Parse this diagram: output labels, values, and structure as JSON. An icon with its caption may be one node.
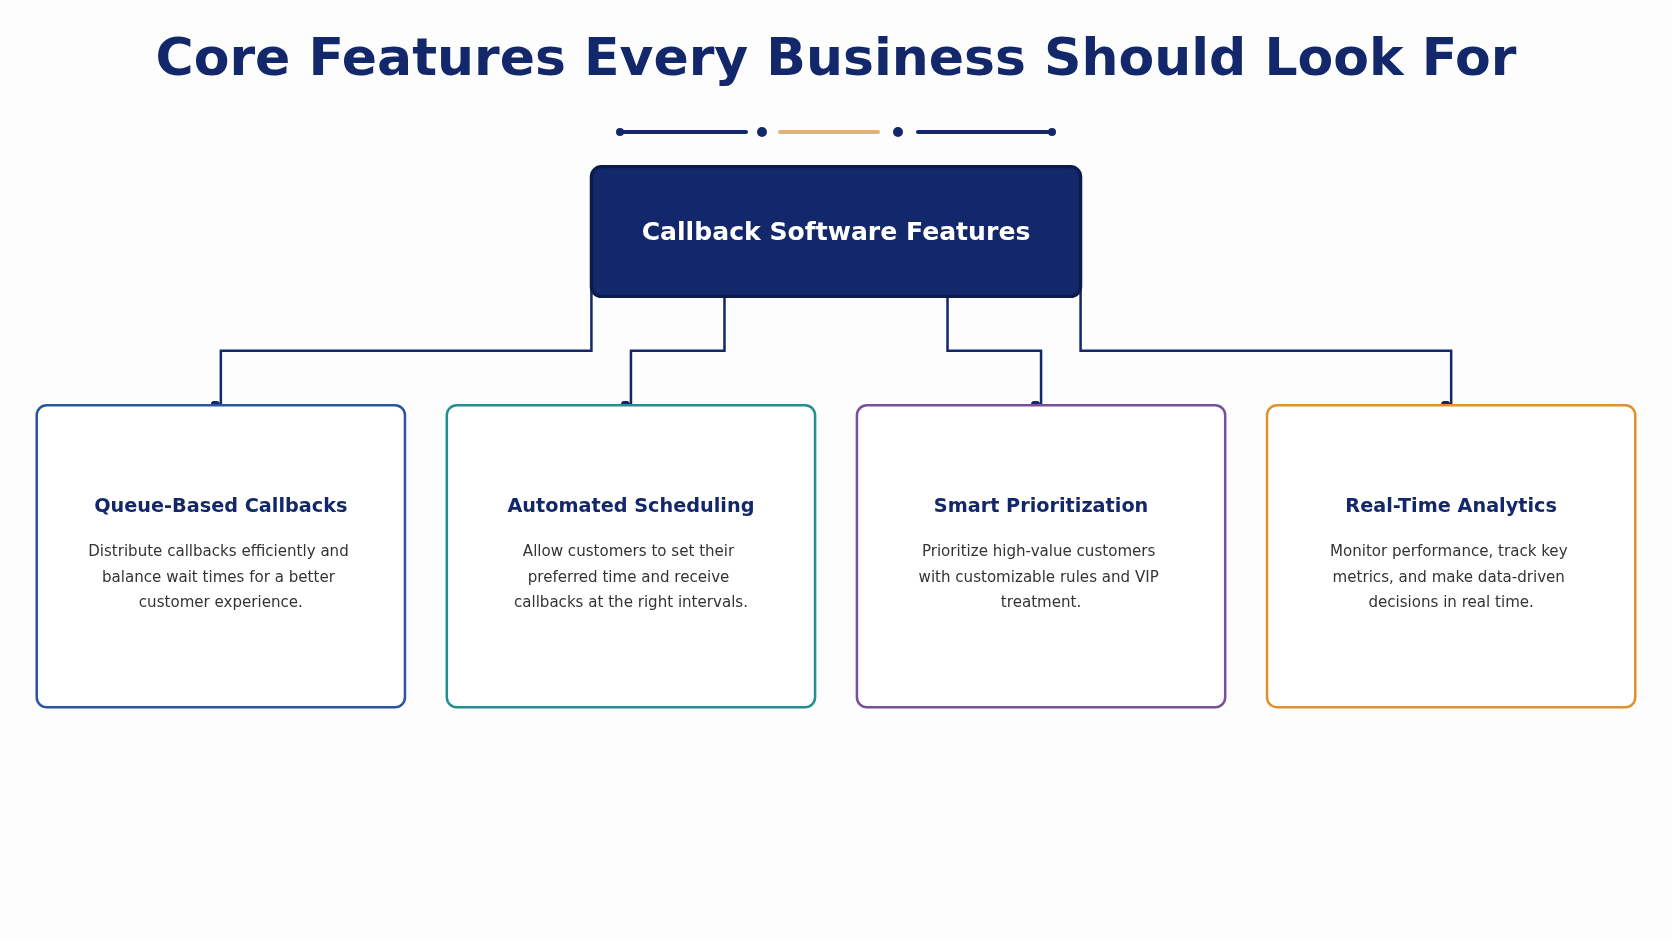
{
  "diagram": {
    "title": "Core Features Every Business Should Look For",
    "nodes": [
      {
        "text": [
          "Callback Software Features"
        ]
      },
      {
        "text": [
          "Queue-Based Callbacks",
          "Distribute callbacks efficiently and balance wait times for a better customer experience."
        ]
      },
      {
        "text": [
          "Automated Scheduling",
          "Allow customers to set their preferred time and receive callbacks at the right intervals."
        ]
      },
      {
        "text": [
          "Smart Prioritization",
          "Prioritize high-value customers with customizable rules and VIP treatment."
        ]
      },
      {
        "text": [
          "Real-Time Analytics",
          "Monitor performance, track key metrics, and make data-driven decisions in real time."
        ]
      }
    ],
    "edges": [
      {
        "from": 0,
        "to": 1,
        "arrow": "other"
      },
      {
        "from": 0,
        "to": 2,
        "arrow": "other"
      },
      {
        "from": 0,
        "to": 3,
        "arrow": "other"
      },
      {
        "from": 0,
        "to": 4,
        "arrow": "other"
      }
    ]
  }
}
